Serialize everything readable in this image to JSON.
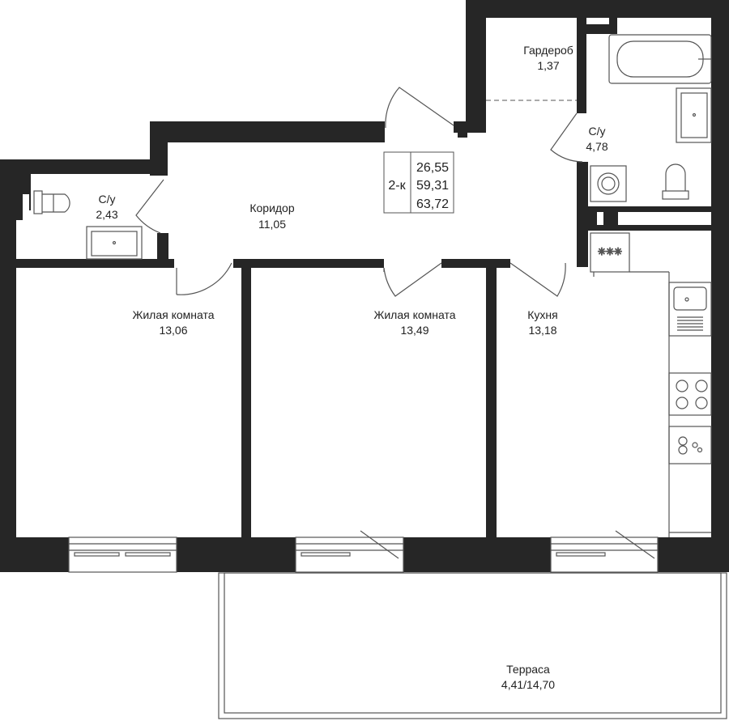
{
  "colors": {
    "wall": "#262626",
    "line": "#555555",
    "text": "#222222",
    "background": "#ffffff"
  },
  "summary": {
    "type": "2-к",
    "living_area": "26,55",
    "total_area": "59,31",
    "total_with_terrace": "63,72"
  },
  "rooms": {
    "wardrobe": {
      "name": "Гардероб",
      "area": "1,37"
    },
    "bathroom_big": {
      "name": "С/у",
      "area": "4,78"
    },
    "bathroom_small": {
      "name": "С/у",
      "area": "2,43"
    },
    "corridor": {
      "name": "Коридор",
      "area": "11,05"
    },
    "living_room_1": {
      "name": "Жилая комната",
      "area": "13,06"
    },
    "living_room_2": {
      "name": "Жилая комната",
      "area": "13,49"
    },
    "kitchen": {
      "name": "Кухня",
      "area": "13,18"
    },
    "terrace": {
      "name": "Терраса",
      "area": "4,41/14,70"
    }
  },
  "icons": [
    "bathtub-icon",
    "sink-icon",
    "toilet-icon",
    "washing-machine-icon",
    "stove-icon",
    "kitchen-sink-icon",
    "dishwasher-icon",
    "radiator-icon",
    "door-icon",
    "window-icon"
  ]
}
